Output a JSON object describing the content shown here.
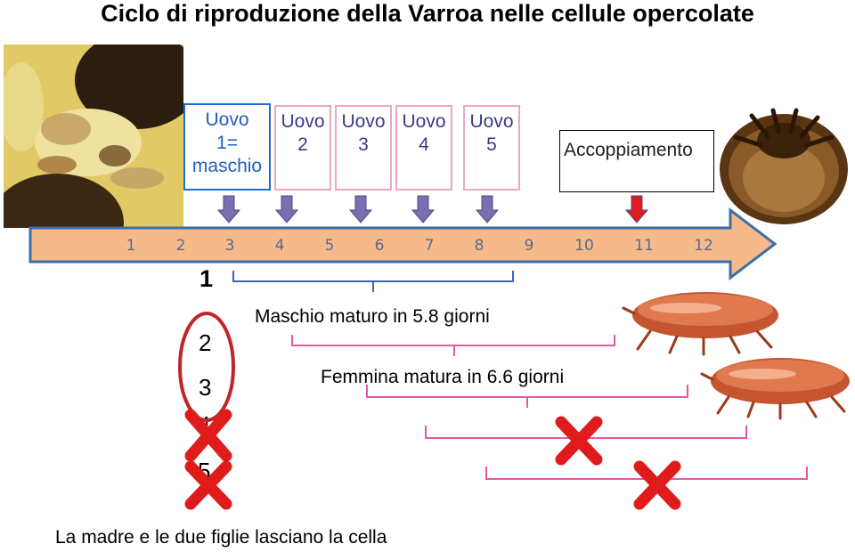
{
  "title": "Ciclo di riproduzione della Varroa nelle cellule opercolate",
  "eggs": [
    {
      "label_line1": "Uovo",
      "label_line2": "1=",
      "label_line3": "maschio"
    },
    {
      "label_line1": "Uovo",
      "label_line2": "2"
    },
    {
      "label_line1": "Uovo",
      "label_line2": "3"
    },
    {
      "label_line1": "Uovo",
      "label_line2": "4"
    },
    {
      "label_line1": "Uovo",
      "label_line2": "5"
    }
  ],
  "mating_label": "Accoppiamento",
  "days": [
    "1",
    "2",
    "3",
    "4",
    "5",
    "6",
    "7",
    "8",
    "9",
    "10",
    "11",
    "12"
  ],
  "colors": {
    "arrow_fill": "#f6b98a",
    "arrow_stroke": "#3d6ea8",
    "down_arrow": "#7a6fb0",
    "red": "#e01b1b",
    "bracket": "#e45aa0",
    "bracket_blue": "#3b5fd0"
  },
  "offspring_numbers": {
    "n1": "1",
    "n2": "2",
    "n3": "3",
    "n4": "4",
    "n5": "5"
  },
  "male_mature": "Maschio maturo in 5.8 giorni",
  "female_mature": "Femmina matura in 6.6 giorni",
  "bottom_text": "La madre e le due  figlie lasciano la cella"
}
